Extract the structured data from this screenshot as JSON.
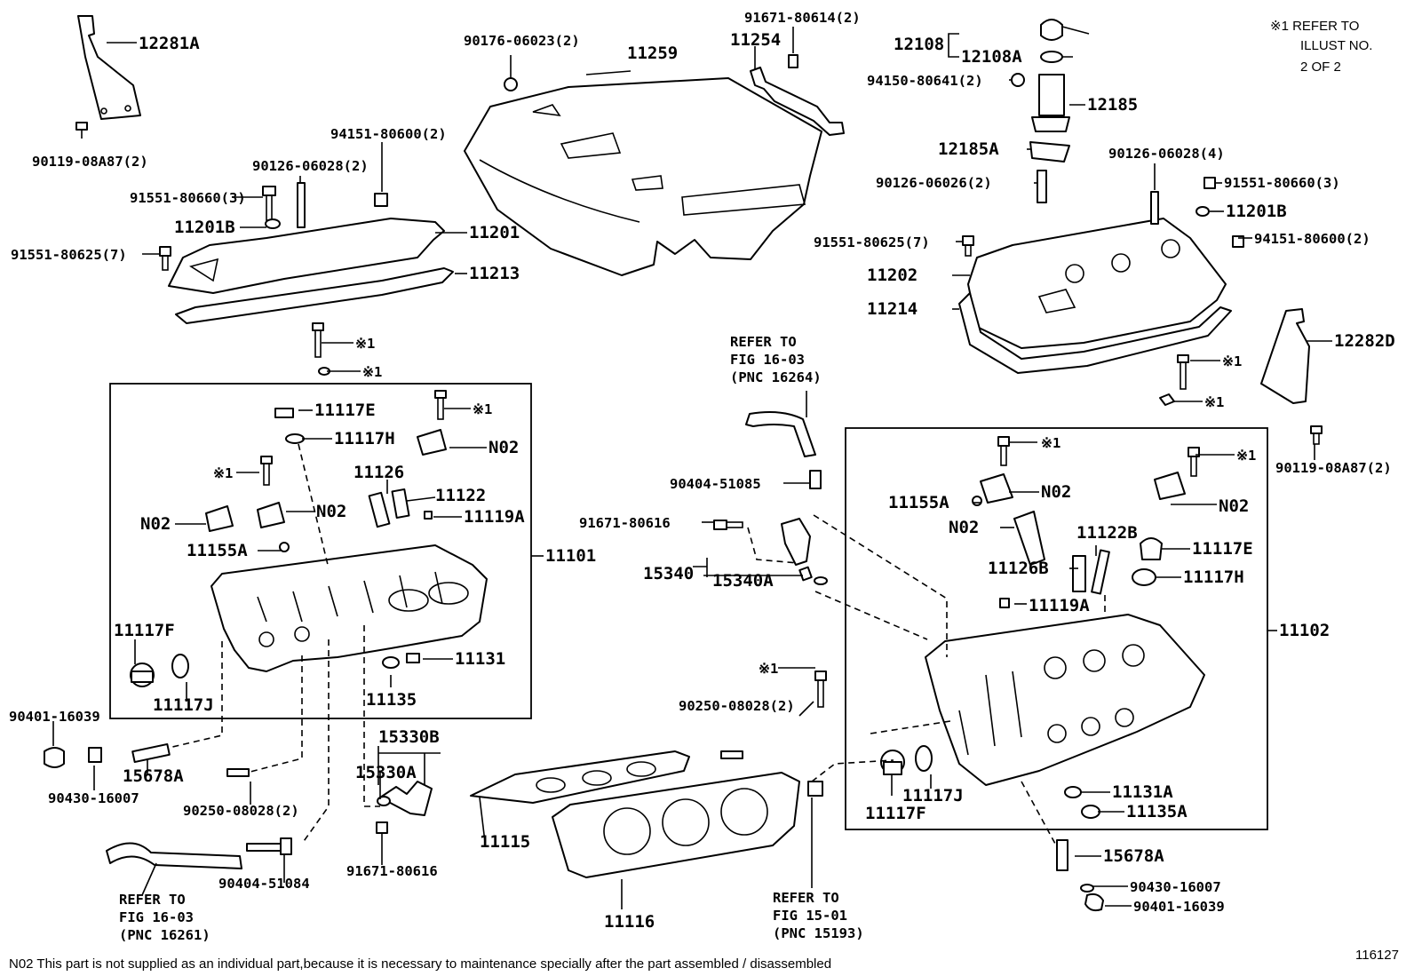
{
  "diagram_id": "116127",
  "footnote": "N02 This part is not supplied as an individual part,because it is necessary to maintenance specially after the part assembled / disassembled",
  "refer_note": {
    "lines": [
      "※1 REFER TO",
      "ILLUST NO.",
      "2 OF 2"
    ]
  },
  "labels": {
    "p12281A": "12281A",
    "p90119_08A87_l": "90119-08A87(2)",
    "p90176": "90176-06023(2)",
    "p11259": "11259",
    "p91671_80614": "91671-80614(2)",
    "p11254": "11254",
    "p12108": "12108",
    "p12108A": "12108A",
    "p94150": "94150-80641(2)",
    "p12185": "12185",
    "p12185A": "12185A",
    "p90126_06026": "90126-06026(2)",
    "p90126_06028_r": "90126-06028(4)",
    "p91551_80660_r": "91551-80660(3)",
    "p11201B_r": "11201B",
    "p94151_80600_r": "94151-80600(2)",
    "p91551_80625_r": "91551-80625(7)",
    "p11202": "11202",
    "p11214": "11214",
    "p12282D": "12282D",
    "ref1_r1": "※1",
    "ref1_r2": "※1",
    "p90119_08A87_r": "90119-08A87(2)",
    "p94151_80600_l": "94151-80600(2)",
    "p90126_06028_l": "90126-06028(2)",
    "p91551_80660_l": "91551-80660(3)",
    "p11201B_l": "11201B",
    "p11201": "11201",
    "p91551_80625_l": "91551-80625(7)",
    "p11213": "11213",
    "ref1_l1": "※1",
    "ref1_l2": "※1",
    "p11117E_l": "11117E",
    "ref1_l3": "※1",
    "p11117H_l": "11117H",
    "p N02_l1": "N02",
    "ref1_l4": "※1",
    "p11126": "11126",
    "p11122": "11122",
    "pN02_l2": "N02",
    "pN02_l3": "N02",
    "p11119A_l": "11119A",
    "p11155A_l": "11155A",
    "p11101": "11101",
    "p11117F_l": "11117F",
    "p11117J_l": "11117J",
    "p11131": "11131",
    "p11135": "11135",
    "p90401_l": "90401-16039",
    "p15678A_l": "15678A",
    "p90430_l": "90430-16007",
    "p90250_l": "90250-08028(2)",
    "p15330B": "15330B",
    "p15330A": "15330A",
    "p91671_80616_b": "91671-80616",
    "p90404_51084": "90404-51084",
    "refer_l": [
      "REFER TO",
      "FIG 16-03",
      "(PNC 16261)"
    ],
    "p11115": "11115",
    "p11116": "11116",
    "refer_m": [
      "REFER TO",
      "FIG 16-03",
      "(PNC 16264)"
    ],
    "p90404_51085": "90404-51085",
    "p91671_80616_m": "91671-80616",
    "p15340": "15340",
    "p15340A": "15340A",
    "ref1_m": "※1",
    "p90250_m": "90250-08028(2)",
    "refer_b": [
      "REFER TO",
      "FIG 15-01",
      "(PNC 15193)"
    ],
    "ref1_r3": "※1",
    "ref1_r4": "※1",
    "p11155A_r": "11155A",
    "pN02_r1": "N02",
    "pN02_r2": "N02",
    "pN02_r3": "N02",
    "p11122B": "11122B",
    "p11117E_r": "11117E",
    "p11126B": "11126B",
    "p11117H_r": "11117H",
    "p11119A_r": "11119A",
    "p11102": "11102",
    "p11117J_r": "11117J",
    "p11117F_r": "11117F",
    "p11131A": "11131A",
    "p11135A": "11135A",
    "p15678A_r": "15678A",
    "p90430_r": "90430-16007",
    "p90401_r": "90401-16039"
  }
}
